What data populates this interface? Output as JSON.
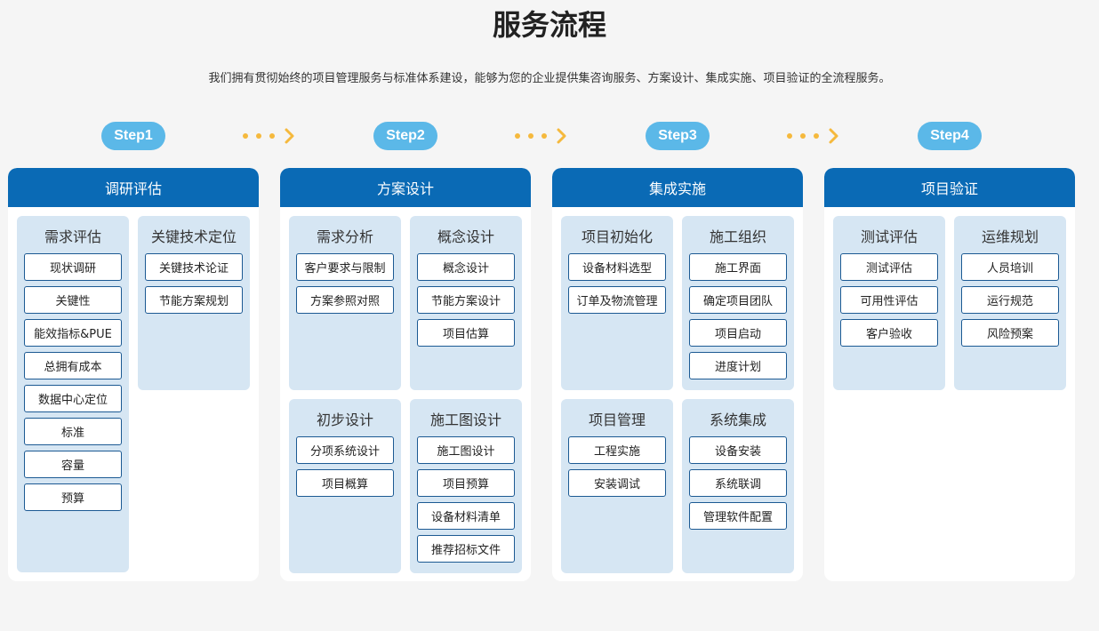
{
  "title": "服务流程",
  "subtitle": "我们拥有贯彻始终的项目管理服务与标准体系建设，能够为您的企业提供集咨询服务、方案设计、集成实施、项目验证的全流程服务。",
  "steps": [
    "Step1",
    "Step2",
    "Step3",
    "Step4"
  ],
  "colors": {
    "header": "#0a6ab5",
    "step_pill": "#5bb8e8",
    "arrow": "#f5b93d",
    "box": "#d6e6f3",
    "item_border": "#1c5a93"
  },
  "columns": [
    {
      "header": "调研评估",
      "boxes": [
        {
          "title": "需求评估",
          "items": [
            "现状调研",
            "关键性",
            "能效指标&PUE",
            "总拥有成本",
            "数据中心定位",
            "标准",
            "容量",
            "预算"
          ]
        },
        {
          "title": "关键技术定位",
          "items": [
            "关键技术论证",
            "节能方案规划"
          ]
        }
      ]
    },
    {
      "header": "方案设计",
      "boxes": [
        {
          "title": "需求分析",
          "items": [
            "客户要求与限制",
            "方案参照对照"
          ]
        },
        {
          "title": "概念设计",
          "items": [
            "概念设计",
            "节能方案设计",
            "项目估算"
          ]
        },
        {
          "title": "初步设计",
          "items": [
            "分项系统设计",
            "项目概算"
          ]
        },
        {
          "title": "施工图设计",
          "items": [
            "施工图设计",
            "项目预算",
            "设备材料清单",
            "推荐招标文件"
          ]
        }
      ]
    },
    {
      "header": "集成实施",
      "boxes": [
        {
          "title": "项目初始化",
          "items": [
            "设备材料选型",
            "订单及物流管理"
          ]
        },
        {
          "title": "施工组织",
          "items": [
            "施工界面",
            "确定项目团队",
            "项目启动",
            "进度计划"
          ]
        },
        {
          "title": "项目管理",
          "items": [
            "工程实施",
            "安装调试"
          ]
        },
        {
          "title": "系统集成",
          "items": [
            "设备安装",
            "系统联调",
            "管理软件配置"
          ]
        }
      ]
    },
    {
      "header": "项目验证",
      "boxes": [
        {
          "title": "测试评估",
          "items": [
            "测试评估",
            "可用性评估",
            "客户验收"
          ]
        },
        {
          "title": "运维规划",
          "items": [
            "人员培训",
            "运行规范",
            "风险预案"
          ]
        }
      ]
    }
  ]
}
